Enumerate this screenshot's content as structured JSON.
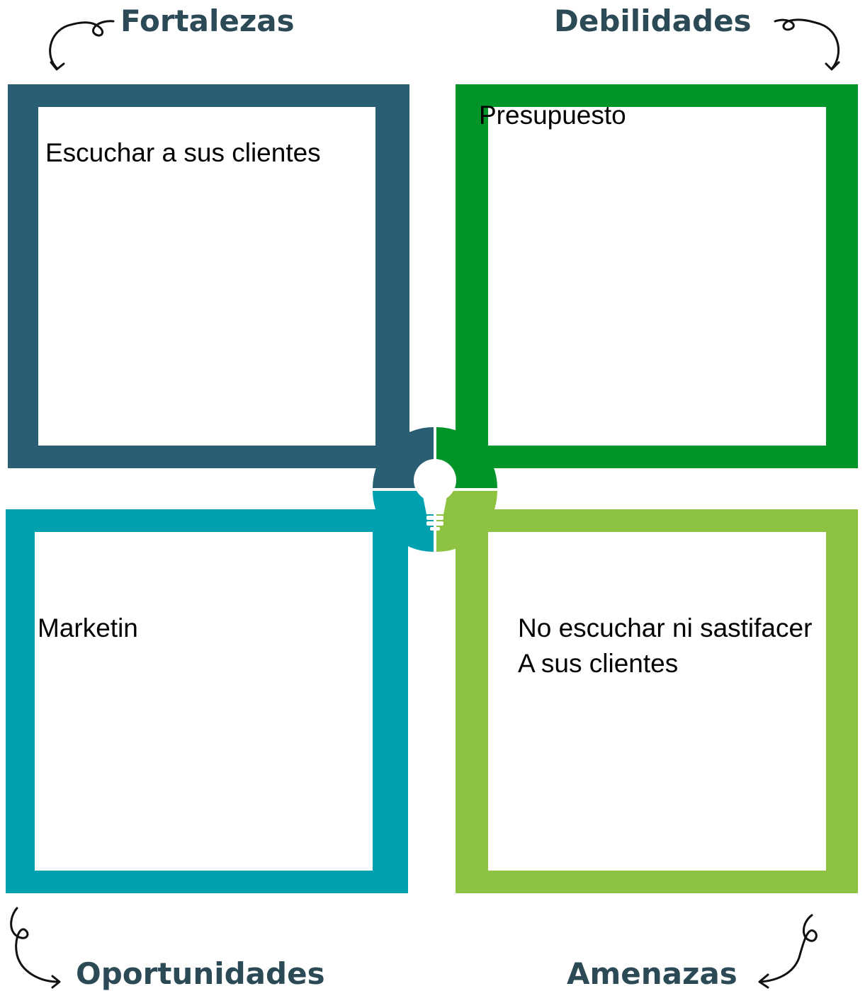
{
  "quadrants": {
    "fortalezas": {
      "title": "Fortalezas",
      "text": "Escuchar a sus clientes",
      "color": "#2a5e72"
    },
    "debilidades": {
      "title": "Debilidades",
      "text": "Presupuesto",
      "color": "#019428"
    },
    "oportunidades": {
      "title": "Oportunidades",
      "text": "Marketin",
      "color": "#01a1b0"
    },
    "amenazas": {
      "title": "Amenazas",
      "text": "No escuchar ni sastifacer\nA sus clientes",
      "color": "#8dc340"
    }
  },
  "heading_color": "#2b4a55",
  "center_icon": "lightbulb-icon"
}
